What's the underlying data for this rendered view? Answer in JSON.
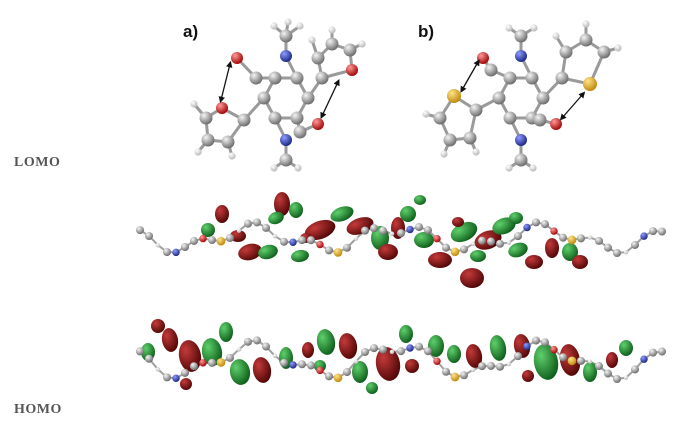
{
  "labels": {
    "panel_a": "a)",
    "panel_b": "b)",
    "lomo": "LOMO",
    "homo": "HOMO"
  },
  "colors": {
    "carbon": "#8f8f8f",
    "hydrogen": "#e8e8e8",
    "oxygen": "#d40f0f",
    "nitrogen": "#2b3a9e",
    "sulfur": "#e3a81c",
    "orbital_positive": "#7a0c0c",
    "orbital_negative": "#1f8a2c"
  }
}
